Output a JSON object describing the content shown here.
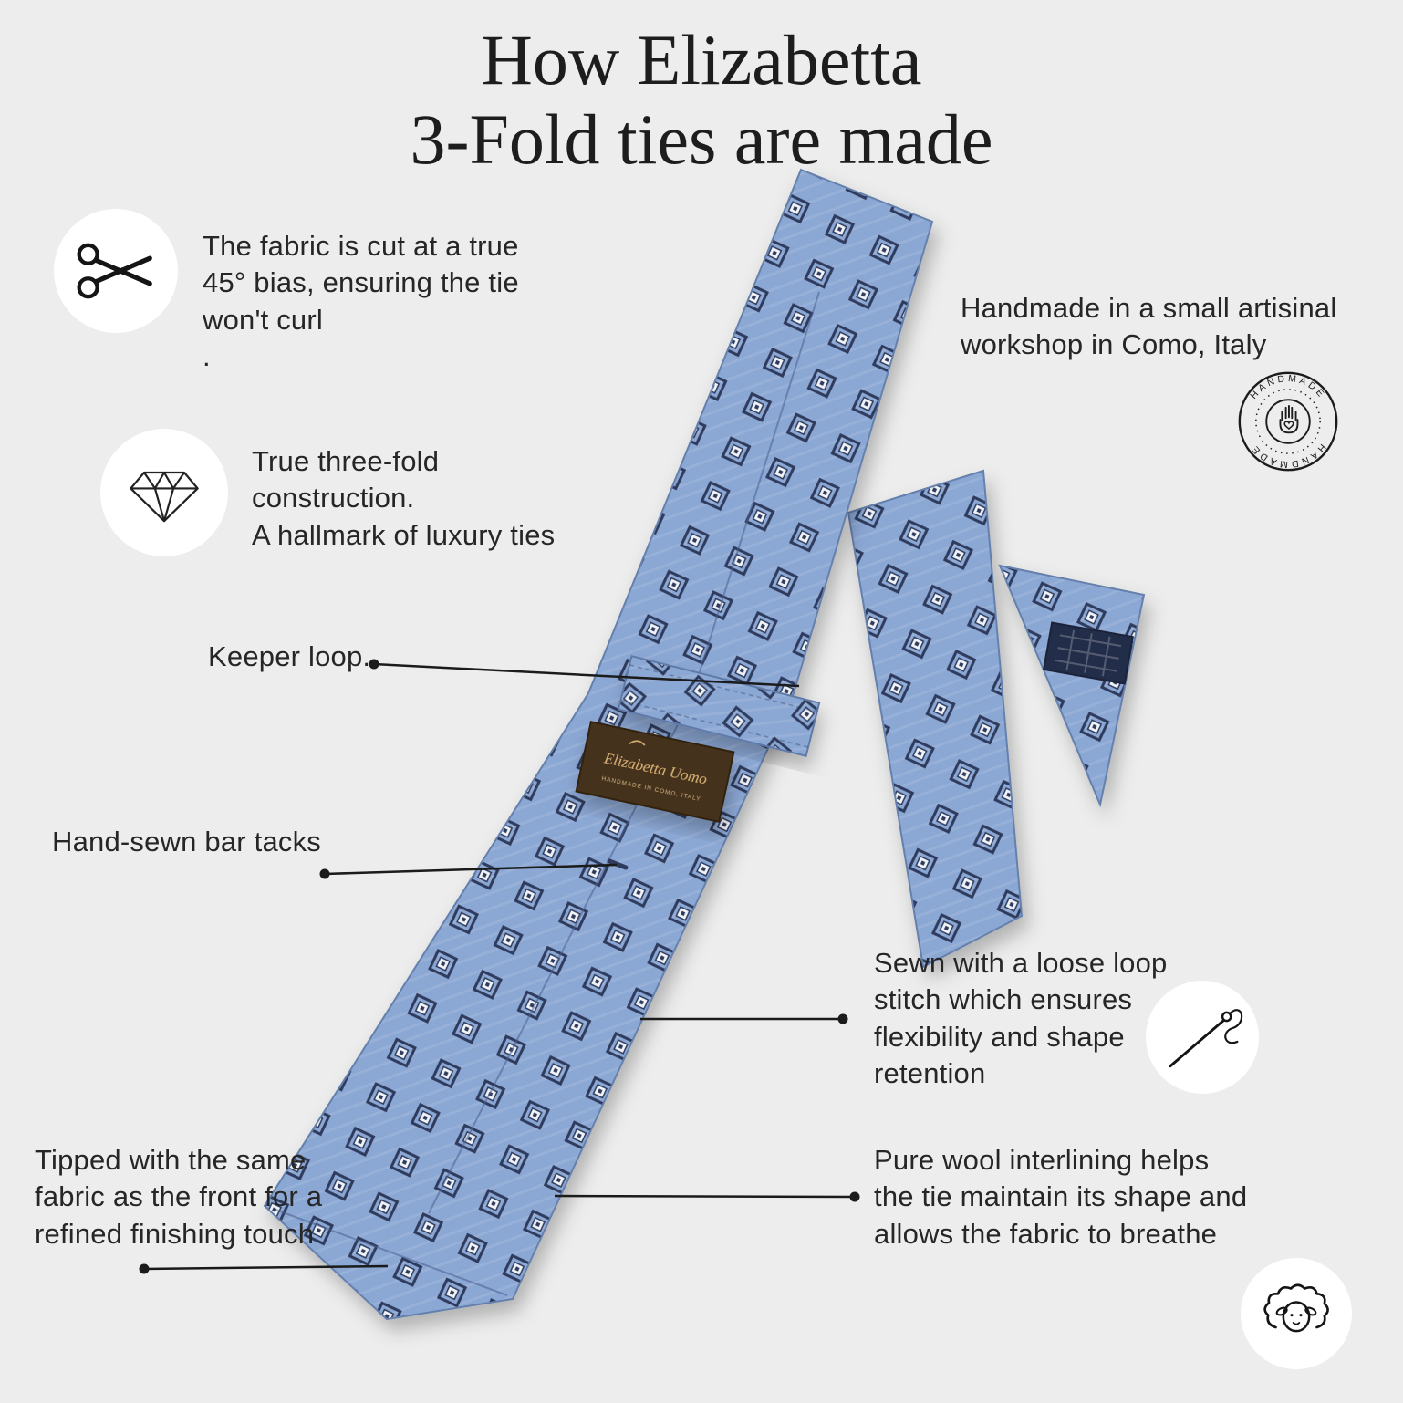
{
  "title": {
    "line1": "How Elizabetta",
    "line2": "3-Fold ties are made"
  },
  "annotations": {
    "fabric_cut": "The fabric is cut at a true\n45° bias, ensuring the tie\nwon't curl\n.",
    "three_fold": "True three-fold\nconstruction.\nA hallmark of luxury ties",
    "keeper_loop": "Keeper loop.",
    "bar_tacks": "Hand-sewn bar tacks",
    "handmade_workshop": "Handmade in a small artisinal\nworkshop in Como, Italy",
    "loop_stitch": "Sewn with a loose loop\nstitch which ensures\nflexibility and shape\nretention",
    "tipping": "Tipped with the same\nfabric as the front for a\nrefined finishing touch",
    "wool_interlining": "Pure wool interlining helps\nthe tie maintain its shape and\nallows the fabric to breathe"
  },
  "tie_label": {
    "brand": "Elizabetta Uomo",
    "origin": "HANDMADE IN COMO, ITALY"
  },
  "badge": {
    "word_top": "HANDMADE",
    "word_bottom": "HANDMADE"
  },
  "icons": {
    "scissors": "scissors-icon",
    "diamond": "diamond-icon",
    "handmade_badge": "handmade-badge",
    "needle": "needle-thread-icon",
    "sheep": "sheep-icon"
  },
  "colors": {
    "background": "#ecedec",
    "tie_base": "#8ba7d4",
    "tie_motif_navy": "#2e3a5c",
    "tie_motif_white": "#f0f3f8",
    "label_brown": "#45311e",
    "label_gold": "#d9b274",
    "text": "#262626"
  }
}
